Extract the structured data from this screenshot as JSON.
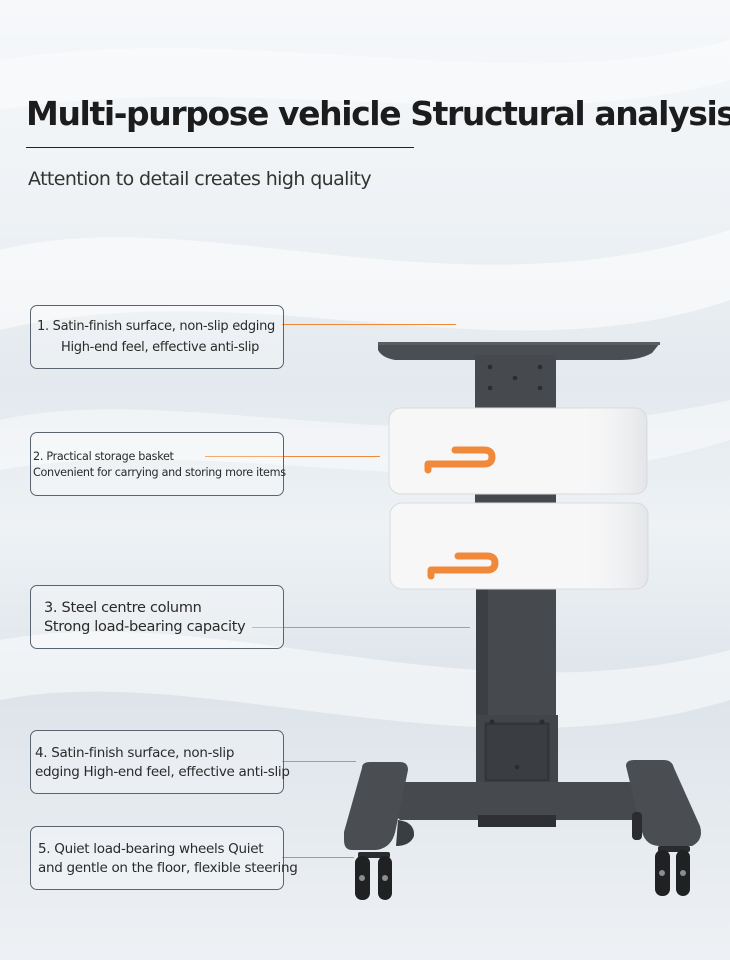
{
  "header": {
    "title": "Multi-purpose vehicle Structural analysis",
    "subtitle": "Attention to detail creates high quality"
  },
  "callouts": [
    {
      "line1": "1. Satin-finish surface, non-slip edging",
      "line2": "High-end feel, effective anti-slip"
    },
    {
      "line1": "2. Practical storage basket",
      "line2": "Convenient for carrying and storing more items"
    },
    {
      "line1": "3. Steel centre column",
      "line2": "Strong load-bearing capacity"
    },
    {
      "line1": "4. Satin-finish surface, non-slip",
      "line2": "edging High-end feel, effective anti-slip"
    },
    {
      "line1": "5. Quiet load-bearing wheels Quiet",
      "line2": "and gentle on the floor, flexible steering"
    }
  ],
  "colors": {
    "accent_orange": "#f08a3a",
    "frame_gray": "#4a4d52",
    "drawer_white": "#f7f7f8"
  }
}
